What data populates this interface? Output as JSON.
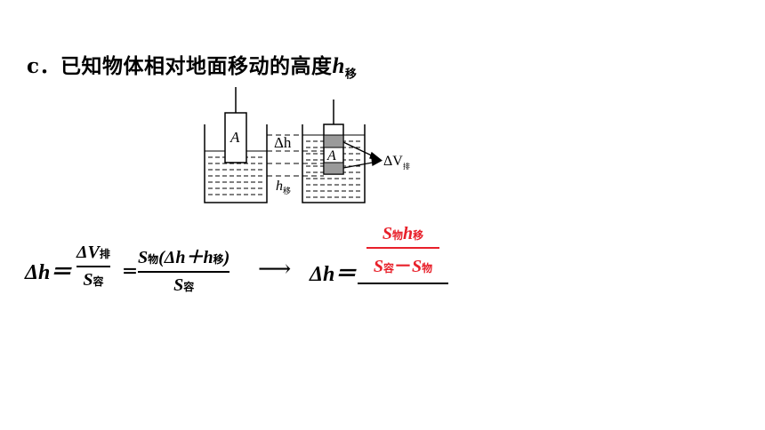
{
  "heading": {
    "prefix": "c．已知物体相对地面移动的高度",
    "var": "h",
    "sub": "移"
  },
  "diagram": {
    "label_a_left": "A",
    "label_a_right": "A",
    "label_delta_h": "Δh",
    "label_h_move": "h",
    "label_h_move_sub": "移",
    "label_delta_v": "ΔV",
    "label_delta_v_sub": "排"
  },
  "formula": {
    "lhs": "Δh＝",
    "frac1_num": "ΔV",
    "frac1_num_sub": "排",
    "frac1_den": "S",
    "frac1_den_sub": "容",
    "eq": "＝",
    "frac2_num_s": "S",
    "frac2_num_s_sub": "物",
    "frac2_num_paren": "(Δh＋h",
    "frac2_num_h_sub": "移",
    "frac2_num_close": ")",
    "frac2_den": "S",
    "frac2_den_sub": "容",
    "arrow": "⟶",
    "rhs": "Δh＝",
    "answer_num_s": "S",
    "answer_num_s_sub": "物",
    "answer_num_h": "h",
    "answer_num_h_sub": "移",
    "answer_den_s1": "S",
    "answer_den_s1_sub": "容",
    "answer_den_minus": "－",
    "answer_den_s2": "S",
    "answer_den_s2_sub": "物"
  },
  "colors": {
    "answer": "#e8202a",
    "text": "#000000",
    "block_fill": "#9a9a9a"
  }
}
